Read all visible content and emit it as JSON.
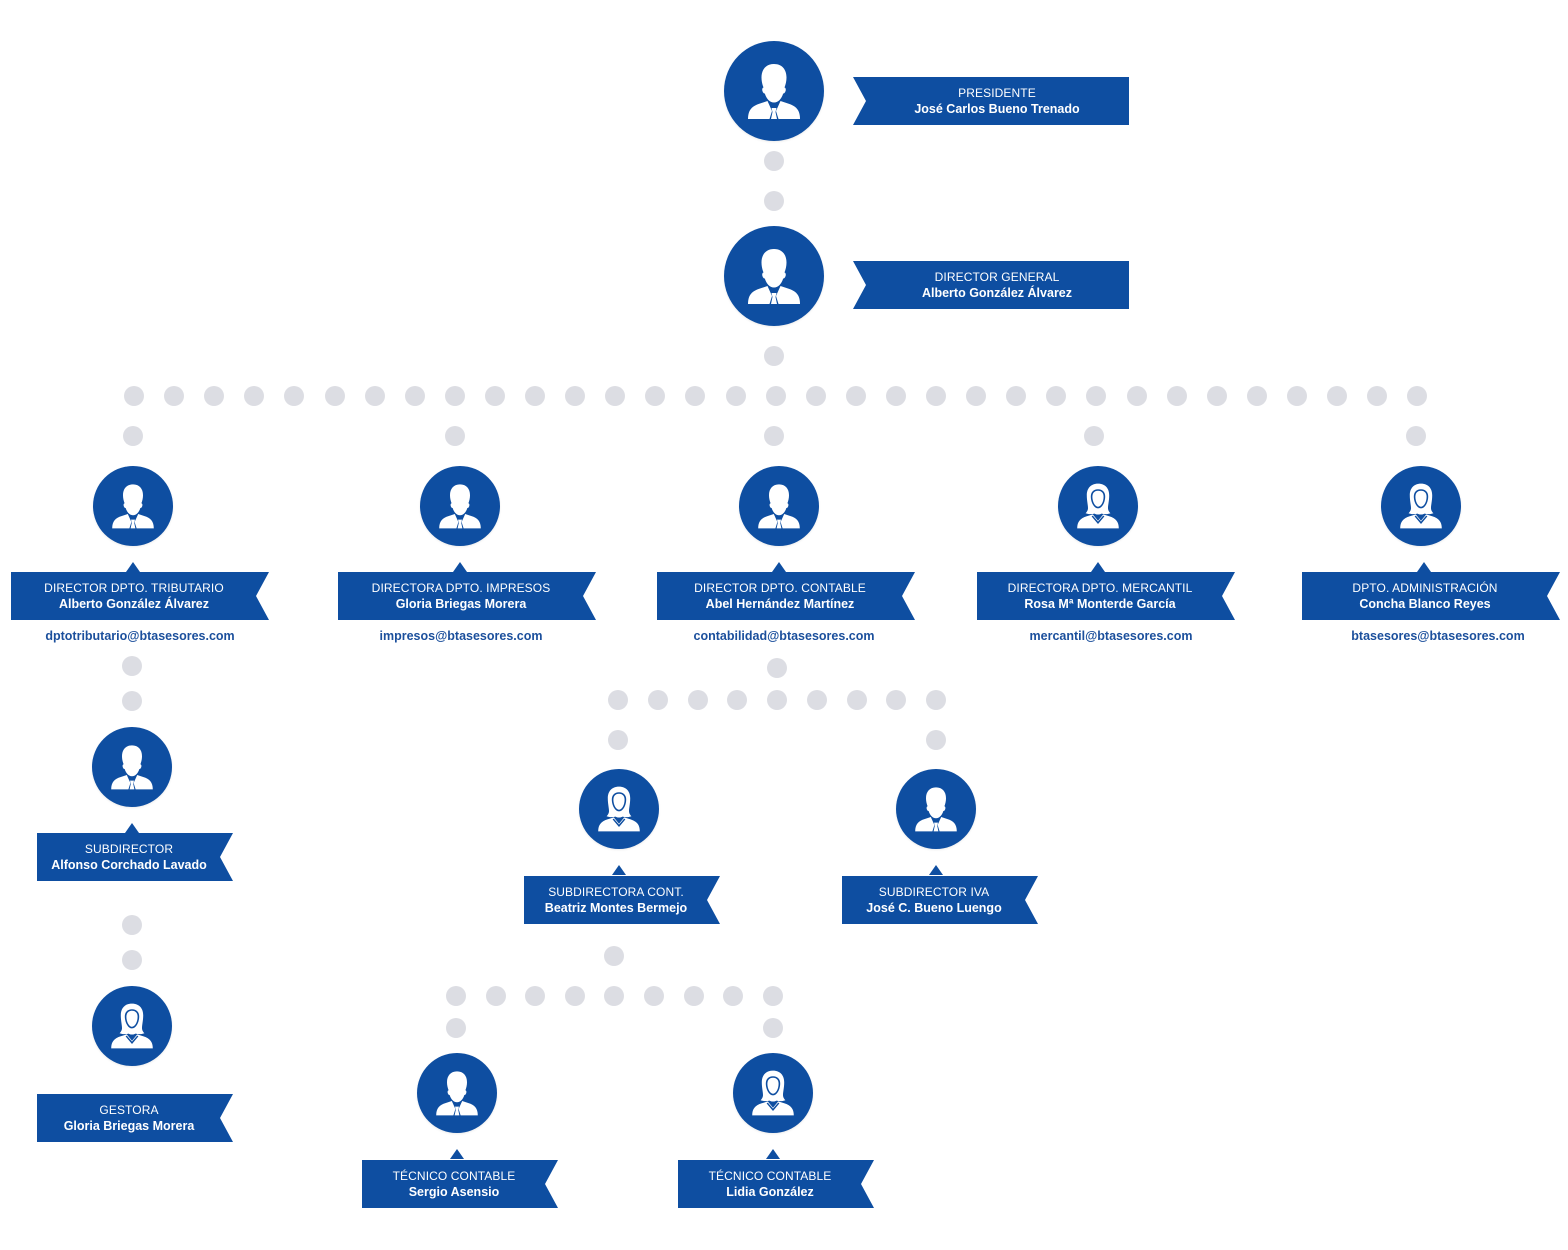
{
  "colors": {
    "primary": "#0e4ea1",
    "connector": "#dcdde3",
    "email": "#1b4f9c"
  },
  "people": {
    "presidente": {
      "role": "PRESIDENTE",
      "name": "José Carlos Bueno Trenado",
      "icon": "male-user-icon"
    },
    "director_general": {
      "role": "DIRECTOR GENERAL",
      "name": "Alberto González Álvarez",
      "icon": "male-user-icon"
    },
    "dir_tributario": {
      "role": "DIRECTOR DPTO. TRIBUTARIO",
      "name": "Alberto González Álvarez",
      "email": "dptotributario@btasesores.com",
      "icon": "male-user-icon"
    },
    "dir_impresos": {
      "role": "DIRECTORA DPTO. IMPRESOS",
      "name": "Gloria Briegas Morera",
      "email": "impresos@btasesores.com",
      "icon": "male-user-icon"
    },
    "dir_contable": {
      "role": "DIRECTOR DPTO. CONTABLE",
      "name": "Abel Hernández Martínez",
      "email": "contabilidad@btasesores.com",
      "icon": "male-user-icon"
    },
    "dir_mercantil": {
      "role": "DIRECTORA DPTO. MERCANTIL",
      "name": "Rosa Mª Monterde García",
      "email": "mercantil@btasesores.com",
      "icon": "female-user-icon"
    },
    "dpto_admin": {
      "role": "DPTO. ADMINISTRACIÓN",
      "name": "Concha Blanco Reyes",
      "email": "btasesores@btasesores.com",
      "icon": "female-user-icon"
    },
    "subdirector": {
      "role": "SUBDIRECTOR",
      "name": "Alfonso Corchado Lavado",
      "icon": "male-user-icon"
    },
    "gestora": {
      "role": "GESTORA",
      "name": "Gloria Briegas Morera",
      "icon": "female-user-icon"
    },
    "subdir_cont": {
      "role": "SUBDIRECTORA CONT.",
      "name": "Beatriz Montes Bermejo",
      "icon": "female-user-icon"
    },
    "subdir_iva": {
      "role": "SUBDIRECTOR IVA",
      "name": "José C. Bueno Luengo",
      "icon": "male-user-icon"
    },
    "tecnico_1": {
      "role": "TÉCNICO CONTABLE",
      "name": "Sergio Asensio",
      "icon": "male-user-icon"
    },
    "tecnico_2": {
      "role": "TÉCNICO CONTABLE",
      "name": "Lidia González",
      "icon": "female-user-icon"
    }
  }
}
